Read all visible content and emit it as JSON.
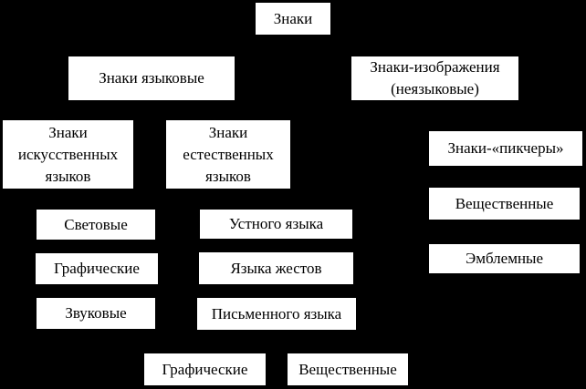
{
  "colors": {
    "background": "#000000",
    "box_fill": "#ffffff",
    "text": "#000000"
  },
  "diagram": {
    "topic": "Знаки",
    "nodes": [
      {
        "id": "znaki",
        "label": "Знаки"
      },
      {
        "id": "znaki-yazykovye",
        "label": "Знаки языковые"
      },
      {
        "id": "znaki-izobrazheniya",
        "label": "Знаки-изображения\n(неязыковые)"
      },
      {
        "id": "znaki-iskusstvennykh",
        "label": "Знаки\nискусственных\nязыков"
      },
      {
        "id": "znaki-estestvennykh",
        "label": "Знаки\nестественных\nязыков"
      },
      {
        "id": "znaki-pikchery",
        "label": "Знаки-«пикчеры»"
      },
      {
        "id": "svetovye",
        "label": "Световые"
      },
      {
        "id": "ustnogo-yazyka",
        "label": "Устного языка"
      },
      {
        "id": "veshchestvennye-right",
        "label": "Вещественные"
      },
      {
        "id": "graficheskie-left",
        "label": "Графические"
      },
      {
        "id": "yazyka-zhestov",
        "label": "Языка жестов"
      },
      {
        "id": "emblemnye",
        "label": "Эмблемные"
      },
      {
        "id": "zvukovye",
        "label": "Звуковые"
      },
      {
        "id": "pismennogo-yazyka",
        "label": "Письменного языка"
      },
      {
        "id": "graficheskie-bottom",
        "label": "Графические"
      },
      {
        "id": "veshchestvennye-bottom",
        "label": "Вещественные"
      }
    ]
  }
}
